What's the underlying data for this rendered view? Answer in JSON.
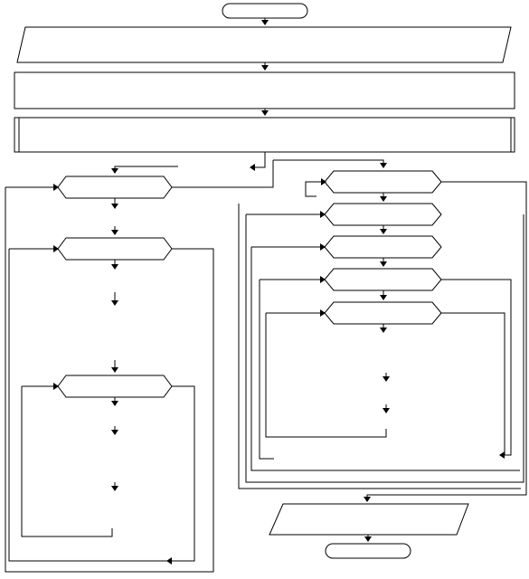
{
  "diagram": {
    "type": "flowchart",
    "terminators": [
      {
        "id": "start",
        "label": ""
      },
      {
        "id": "end",
        "label": ""
      }
    ],
    "io_blocks": [
      {
        "id": "input",
        "label": ""
      },
      {
        "id": "output",
        "label": ""
      }
    ],
    "process_blocks": [
      {
        "id": "process-1",
        "label": ""
      },
      {
        "id": "subroutine-1",
        "label": ""
      }
    ],
    "loop_blocks": [
      {
        "id": "left-loop-1",
        "label": ""
      },
      {
        "id": "left-loop-2",
        "label": ""
      },
      {
        "id": "left-loop-3",
        "label": ""
      },
      {
        "id": "right-loop-1",
        "label": ""
      },
      {
        "id": "right-loop-2",
        "label": ""
      },
      {
        "id": "right-loop-3",
        "label": ""
      },
      {
        "id": "right-loop-4",
        "label": ""
      },
      {
        "id": "right-loop-5",
        "label": ""
      }
    ],
    "colors": {
      "stroke": "#000000",
      "fill": "#ffffff"
    }
  }
}
